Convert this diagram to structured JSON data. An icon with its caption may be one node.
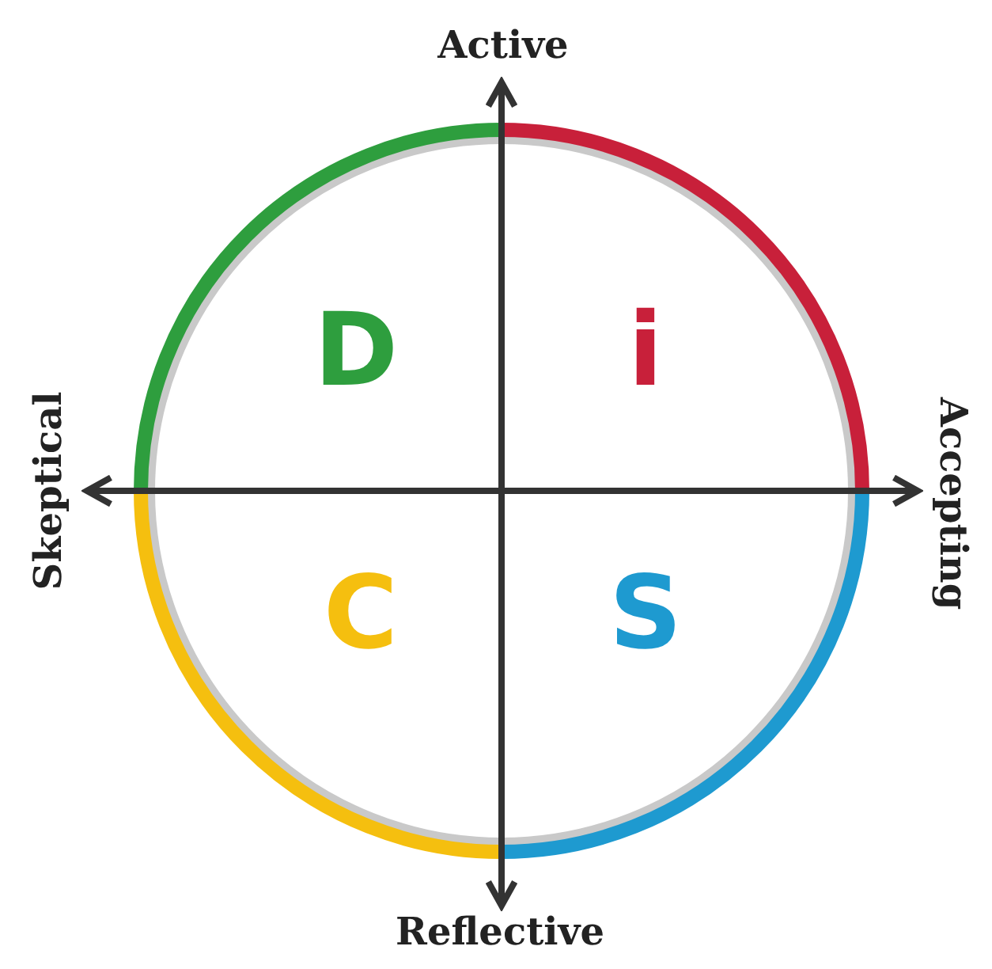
{
  "diagram": {
    "labels": [
      "Active",
      "D",
      "i",
      "Skeptical",
      "Accepting",
      "C",
      "S",
      "Reflective"
    ]
  }
}
